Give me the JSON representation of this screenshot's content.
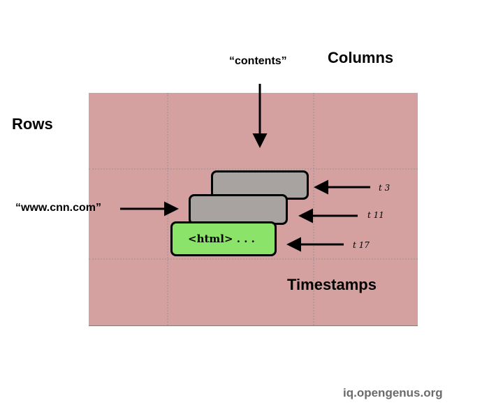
{
  "labels": {
    "columns": "Columns",
    "rows": "Rows",
    "timestamps": "Timestamps",
    "contents": "“contents”",
    "row_key": "“www.cnn.com”"
  },
  "cells": [
    {
      "timestamp": "t 3",
      "fill": "#a8a3a0"
    },
    {
      "timestamp": "t 11",
      "fill": "#a8a3a0"
    },
    {
      "timestamp": "t 17",
      "fill": "#8ce36a",
      "content": "<html> . . ."
    }
  ],
  "colors": {
    "table_background": "#d4a0a0",
    "older_version": "#a8a3a0",
    "current_version": "#8ce36a",
    "grid": "#999999"
  },
  "watermark": "iq.opengenus.org"
}
